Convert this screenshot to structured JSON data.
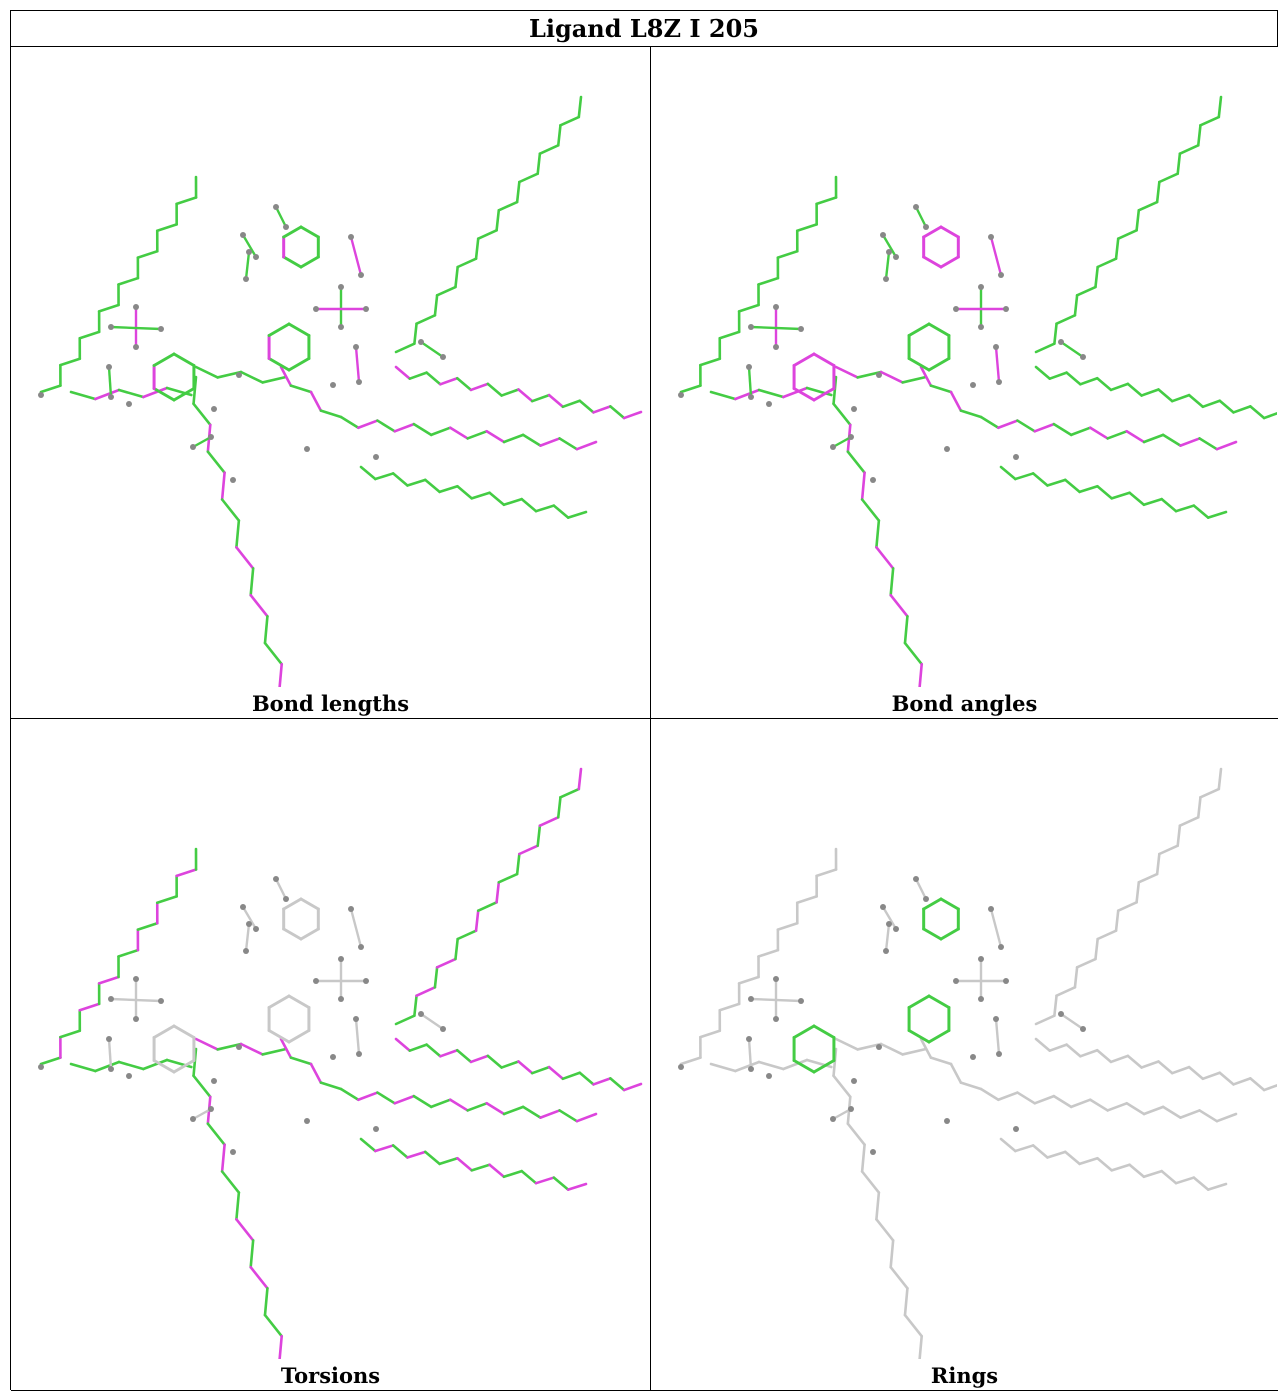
{
  "title": "Ligand L8Z I 205",
  "panels": [
    {
      "caption": "Bond lengths"
    },
    {
      "caption": "Bond angles"
    },
    {
      "caption": "Torsions"
    },
    {
      "caption": "Rings"
    }
  ],
  "colors": {
    "good": "#44cc44",
    "outlier": "#dd44dd",
    "neutral": "#c8c8c8",
    "atom": "#888888"
  }
}
